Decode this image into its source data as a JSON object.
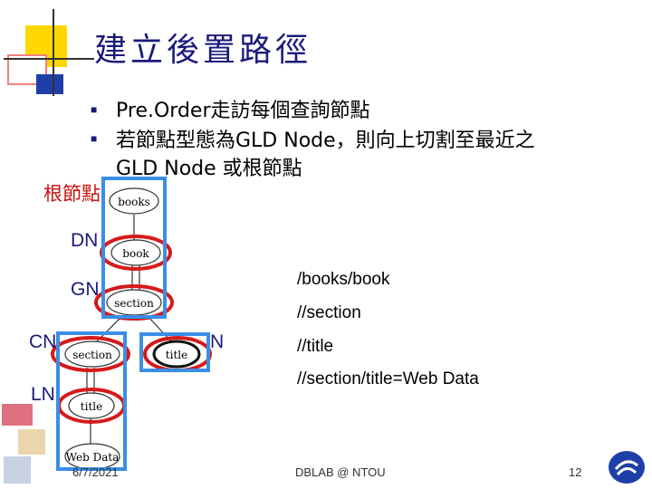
{
  "title": "建立後置路徑",
  "bullets": [
    "Pre.Order走訪每個查詢節點",
    "若節點型態為GLD Node，則向上切割至最近之",
    "GLD Node 或根節點"
  ],
  "tree_labels": {
    "root": "根節點",
    "dn": "DN",
    "gn": "GN",
    "cn": "CN",
    "n_right": "N",
    "ln": "LN"
  },
  "nodes": {
    "books": "books",
    "book": "book",
    "section_mid": "section",
    "section_left": "section",
    "title_right": "title",
    "title_left": "title",
    "webdata": "Web Data"
  },
  "xpaths": [
    "/books/book",
    "//section",
    "//title",
    "//section/title=Web Data"
  ],
  "footer": {
    "date": "6/7/2021",
    "center": "DBLAB @ NTOU",
    "page": "12"
  },
  "colors": {
    "title": "#1a1a7a",
    "root_label": "#c81010",
    "blue_box": "#3a8ee6",
    "red_ellipse": "#d61a1a"
  }
}
